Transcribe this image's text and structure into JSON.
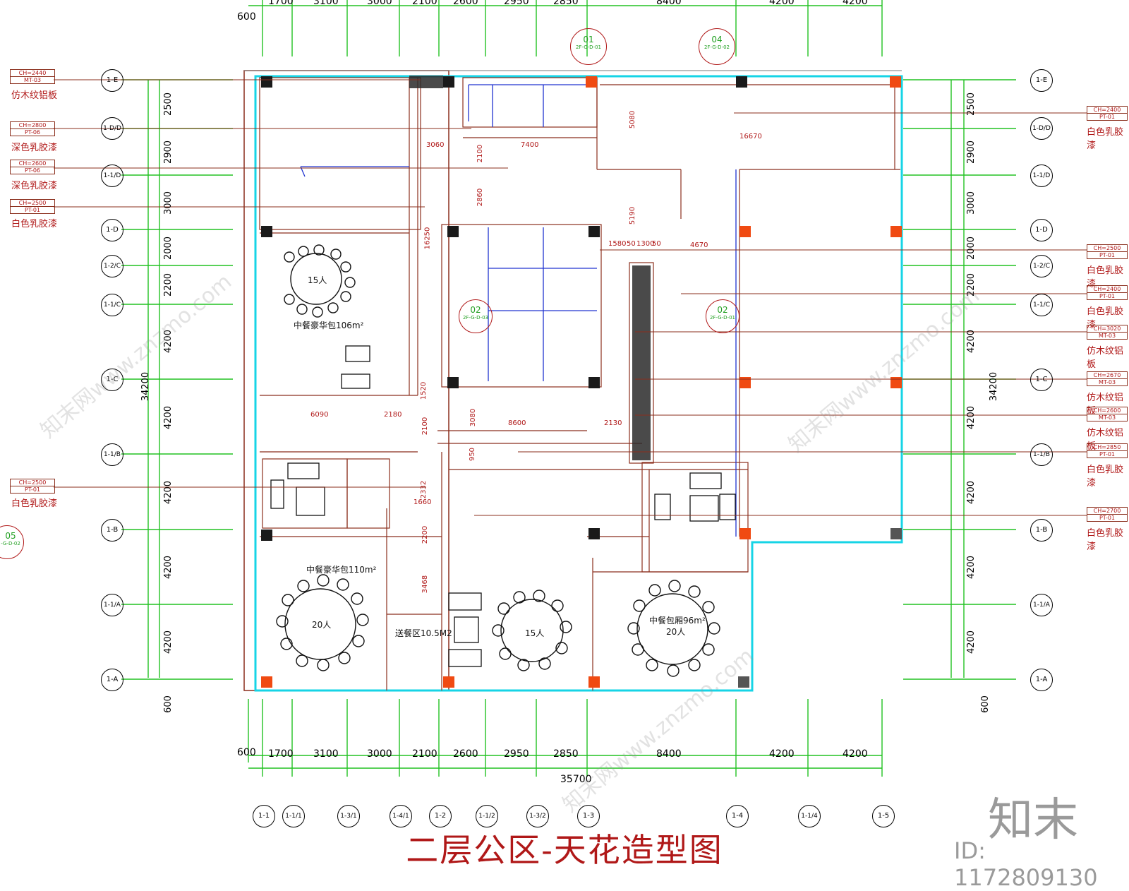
{
  "title": "二层公区-天花造型图",
  "watermark": {
    "logo": "知末",
    "id": "ID: 1172809130",
    "site": "知末网www.znzmo.com"
  },
  "dims_top": [
    "1700",
    "3100",
    "3000",
    "2100",
    "2600",
    "2950",
    "2850",
    "8400",
    "4200",
    "4200"
  ],
  "dims_bottom": [
    "1700",
    "3100",
    "3000",
    "2100",
    "2600",
    "2950",
    "2850",
    "8400",
    "4200",
    "4200"
  ],
  "dim_edge_top": "600",
  "dim_edge_bottom": "600",
  "dim_total_width": "35700",
  "dims_left": [
    "2500",
    "2900",
    "3000",
    "2000",
    "2200",
    "4200",
    "4200",
    "4200",
    "4200",
    "4200"
  ],
  "dims_right": [
    "2500",
    "2900",
    "3000",
    "2000",
    "2200",
    "4200",
    "4200",
    "4200",
    "4200",
    "4200"
  ],
  "dim_total_height": "34200",
  "dim_edge_left": "600",
  "dim_edge_right": "600",
  "grid_rows": [
    "1-E",
    "1-D/D",
    "1-1/D",
    "1-D",
    "1-2/C",
    "1-1/C",
    "1-C",
    "1-1/B",
    "1-B",
    "1-1/A",
    "1-A"
  ],
  "grid_cols": [
    "1-1",
    "1-1/1",
    "1-3/1",
    "1-4/1",
    "1-2",
    "1-1/2",
    "1-3/2",
    "1-3",
    "1-4",
    "1-1/4",
    "1-5"
  ],
  "callouts_left": [
    {
      "code": "CH=2440",
      "mat": "MT-03",
      "name": "仿木纹铝板"
    },
    {
      "code": "CH=2800",
      "mat": "PT-06",
      "name": "深色乳胶漆"
    },
    {
      "code": "CH=2600",
      "mat": "PT-06",
      "name": "深色乳胶漆"
    },
    {
      "code": "CH=2500",
      "mat": "PT-01",
      "name": "白色乳胶漆"
    },
    {
      "code": "CH=2500",
      "mat": "PT-01",
      "name": "白色乳胶漆"
    }
  ],
  "callouts_right": [
    {
      "code": "CH=2400",
      "mat": "PT-01",
      "name": "白色乳胶漆"
    },
    {
      "code": "CH=2500",
      "mat": "PT-01",
      "name": "白色乳胶漆"
    },
    {
      "code": "CH=2400",
      "mat": "PT-01",
      "name": "白色乳胶漆"
    },
    {
      "code": "CH=3020",
      "mat": "MT-03",
      "name": "仿木纹铝板"
    },
    {
      "code": "CH=2670",
      "mat": "MT-03",
      "name": "仿木纹铝板"
    },
    {
      "code": "CH=2600",
      "mat": "MT-03",
      "name": "仿木纹铝板"
    },
    {
      "code": "CH=2850",
      "mat": "PT-01",
      "name": "白色乳胶漆"
    },
    {
      "code": "CH=2700",
      "mat": "PT-01",
      "name": "白色乳胶漆"
    }
  ],
  "section_markers": [
    {
      "num": "01",
      "ref": "2F-G-D-01"
    },
    {
      "num": "04",
      "ref": "2F-G-D-02"
    },
    {
      "num": "02",
      "ref": "2F-G-D-03"
    },
    {
      "num": "02",
      "ref": "2F-G-D-01"
    },
    {
      "num": "05",
      "ref": "-G-D-02"
    }
  ],
  "rooms": [
    {
      "label": "中餐豪华包106m²",
      "seats": "15人"
    },
    {
      "label": "中餐豪华包110m²",
      "seats": "20人"
    },
    {
      "label": "送餐区10.5M2"
    },
    {
      "label": "中餐包厢96m²",
      "seats": "20人"
    },
    {
      "seats": "15人"
    }
  ],
  "inner_dims": [
    "3060",
    "7400",
    "16670",
    "5080",
    "5190",
    "2100",
    "2860",
    "1580",
    "50",
    "1300",
    "50",
    "4670",
    "16250",
    "6090",
    "2180",
    "8600",
    "2130",
    "3080",
    "950",
    "2332",
    "1660",
    "2200",
    "3468",
    "1520",
    "2100"
  ],
  "colors": {
    "grid": "#22c222",
    "wall": "#8b2f1d",
    "outline": "#16d4e6",
    "callout": "#b01818",
    "dim": "#000000"
  }
}
